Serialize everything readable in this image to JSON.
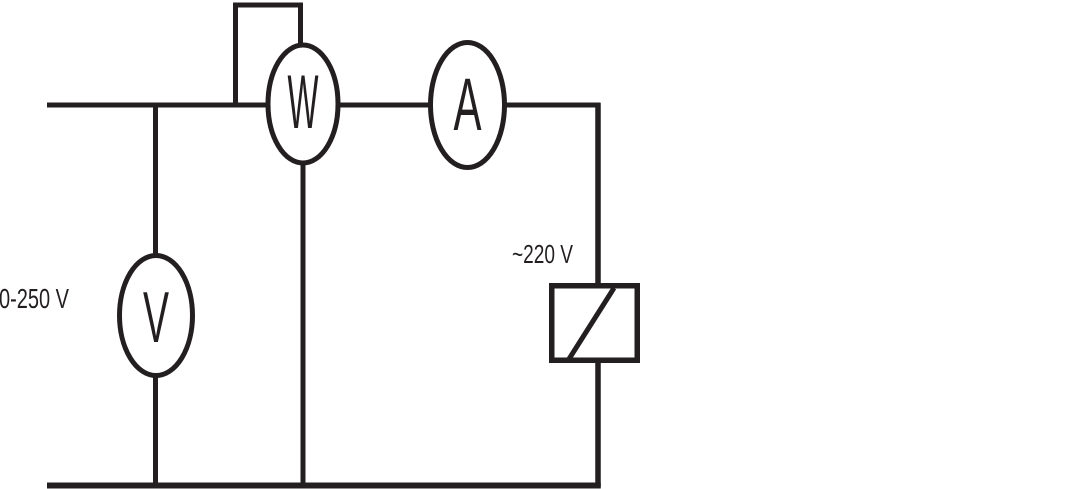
{
  "diagram": {
    "background_color": "#ffffff",
    "line_color": "#231f20",
    "meters": {
      "wattmeter": "W",
      "ammeter": "A",
      "voltmeter": "V"
    },
    "labels": {
      "supply_range": "0-250 V",
      "load_voltage": "~220 V"
    }
  }
}
